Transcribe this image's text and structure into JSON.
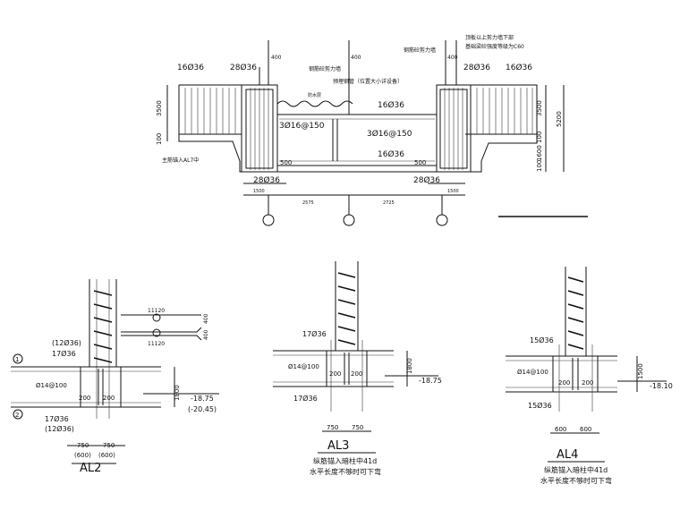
{
  "top": {
    "rebar_left_top": "16Ø36",
    "rebar_left_inner": "28Ø36",
    "rebar_right_top": "16Ø36",
    "rebar_right_inner": "28Ø36",
    "wall_label": "钢筋砼剪力墙",
    "wall_label2": "钢筋砼剪力墙",
    "top_note1": "顶板以上剪力墙下部",
    "top_note2": "基础梁砼强度等级为C60",
    "pipe_note": "预埋钢管（位置大小详设备）",
    "water_label": "防水层",
    "dim_400a": "400",
    "dim_400b": "400",
    "dim_400c": "400",
    "beam_top": "16Ø36",
    "stirrup_a": "3Ø16@150",
    "stirrup_b": "3Ø16@150",
    "beam_bot": "16Ø36",
    "dim_500a": "500",
    "dim_500b": "500",
    "anchor_note": "主筋锚入AL7中",
    "bottom_left": "28Ø36",
    "bottom_right": "28Ø36",
    "dim_1500a": "1500",
    "dim_1500b": "1500",
    "dim_2575": "2575",
    "dim_2725": "2725",
    "left_3500": "3500",
    "left_100": "100",
    "right_3500": "3500",
    "right_5200": "5200",
    "right_100": "100",
    "right_1600": "1600",
    "right_100b": "100"
  },
  "al2": {
    "title": "AL2",
    "top_rebar": "17Ø36",
    "top_rebar_alt": "(12Ø36)",
    "bot_rebar": "17Ø36",
    "bot_rebar_alt": "(12Ø36)",
    "stirrup": "Ø14@100",
    "dim_200a": "200",
    "dim_200b": "200",
    "dim_1800": "1800",
    "elev1": "-18.75",
    "elev2": "(-20.45)",
    "dim_750a": "750",
    "dim_750b": "750",
    "dim_600a": "(600)",
    "dim_600b": "(600)",
    "circle1": "1",
    "circle2": "2",
    "legend_top": "11120",
    "legend_bot": "11120",
    "legend_400a": "400",
    "legend_400b": "400"
  },
  "al3": {
    "title": "AL3",
    "top_rebar": "17Ø36",
    "bot_rebar": "17Ø36",
    "stirrup": "Ø14@100",
    "dim_200a": "200",
    "dim_200b": "200",
    "dim_1800": "1800",
    "elev": "-18.75",
    "dim_750a": "750",
    "dim_750b": "750",
    "note1": "纵筋锚入暗柱中41d",
    "note2": "水平长度不够时可下弯"
  },
  "al4": {
    "title": "AL4",
    "top_rebar": "15Ø36",
    "bot_rebar": "15Ø36",
    "stirrup": "Ø14@100",
    "dim_200a": "200",
    "dim_200b": "200",
    "dim_1500": "1500",
    "elev": "-18.10",
    "dim_600a": "600",
    "dim_600b": "600",
    "note1": "纵筋锚入暗柱中41d",
    "note2": "水平长度不够时可下弯"
  }
}
